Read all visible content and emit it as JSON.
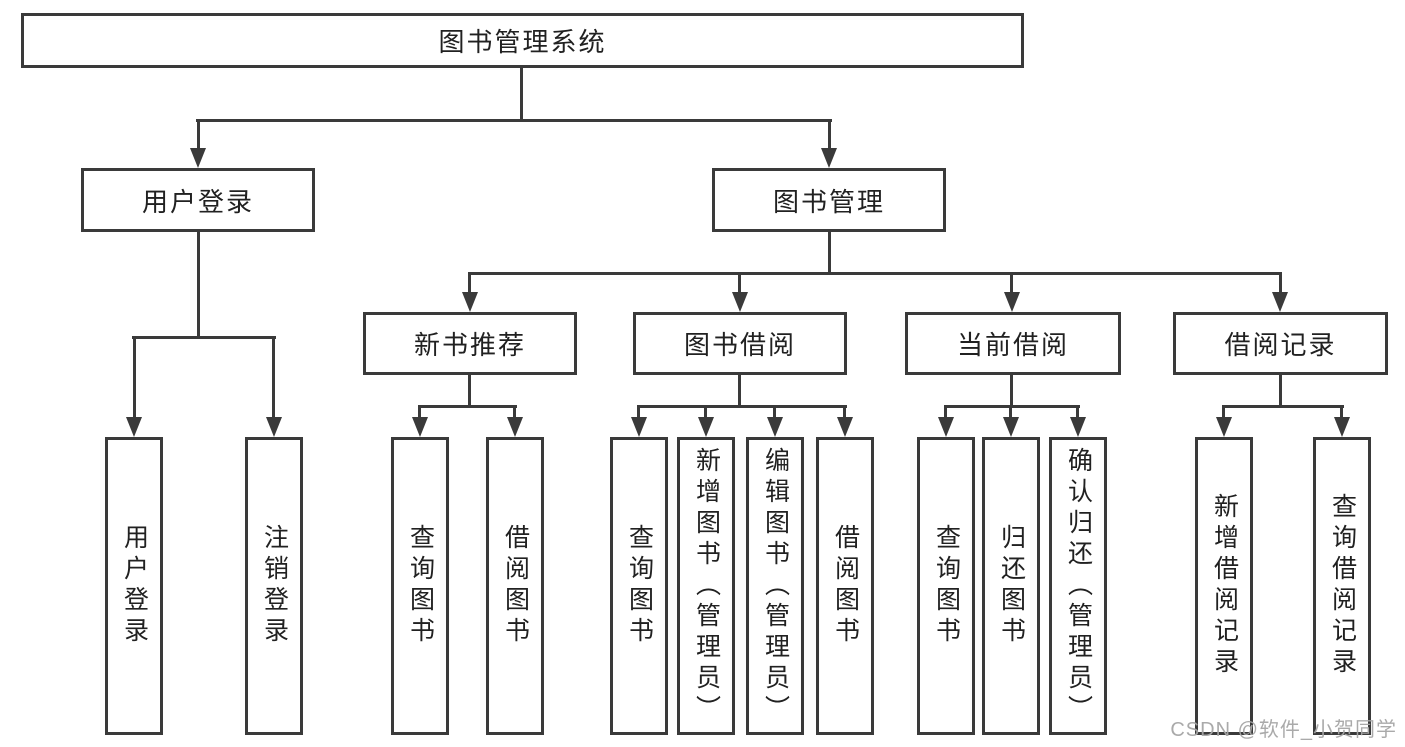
{
  "title": "图书管理系统",
  "watermark": "CSDN @软件_小贺同学",
  "colors": {
    "line": "#3a3a3a",
    "box_border": "#3a3a3a",
    "text": "#212121",
    "watermark": "#a5a5a5",
    "background": "#ffffff"
  },
  "nodes": {
    "root": {
      "label": "图书管理系统"
    },
    "user_login": {
      "label": "用户登录"
    },
    "book_mgmt": {
      "label": "图书管理"
    },
    "new_books": {
      "label": "新书推荐"
    },
    "book_borrow": {
      "label": "图书借阅"
    },
    "current_borrow": {
      "label": "当前借阅"
    },
    "borrow_records": {
      "label": "借阅记录"
    },
    "ul_login": {
      "label": "用户登录"
    },
    "ul_logout": {
      "label": "注销登录"
    },
    "nb_query": {
      "label": "查询图书"
    },
    "nb_borrow": {
      "label": "借阅图书"
    },
    "bb_query": {
      "label": "查询图书"
    },
    "bb_add": {
      "label": "新增图书（管理员）"
    },
    "bb_edit": {
      "label": "编辑图书（管理员）"
    },
    "bb_borrow": {
      "label": "借阅图书"
    },
    "cb_query": {
      "label": "查询图书"
    },
    "cb_return": {
      "label": "归还图书"
    },
    "cb_confirm": {
      "label": "确认归还（管理员）"
    },
    "br_add": {
      "label": "新增借阅记录"
    },
    "br_query": {
      "label": "查询借阅记录"
    }
  },
  "hierarchy": {
    "图书管理系统": {
      "用户登录": [
        "用户登录",
        "注销登录"
      ],
      "图书管理": {
        "新书推荐": [
          "查询图书",
          "借阅图书"
        ],
        "图书借阅": [
          "查询图书",
          "新增图书（管理员）",
          "编辑图书（管理员）",
          "借阅图书"
        ],
        "当前借阅": [
          "查询图书",
          "归还图书",
          "确认归还（管理员）"
        ],
        "借阅记录": [
          "新增借阅记录",
          "查询借阅记录"
        ]
      }
    }
  }
}
